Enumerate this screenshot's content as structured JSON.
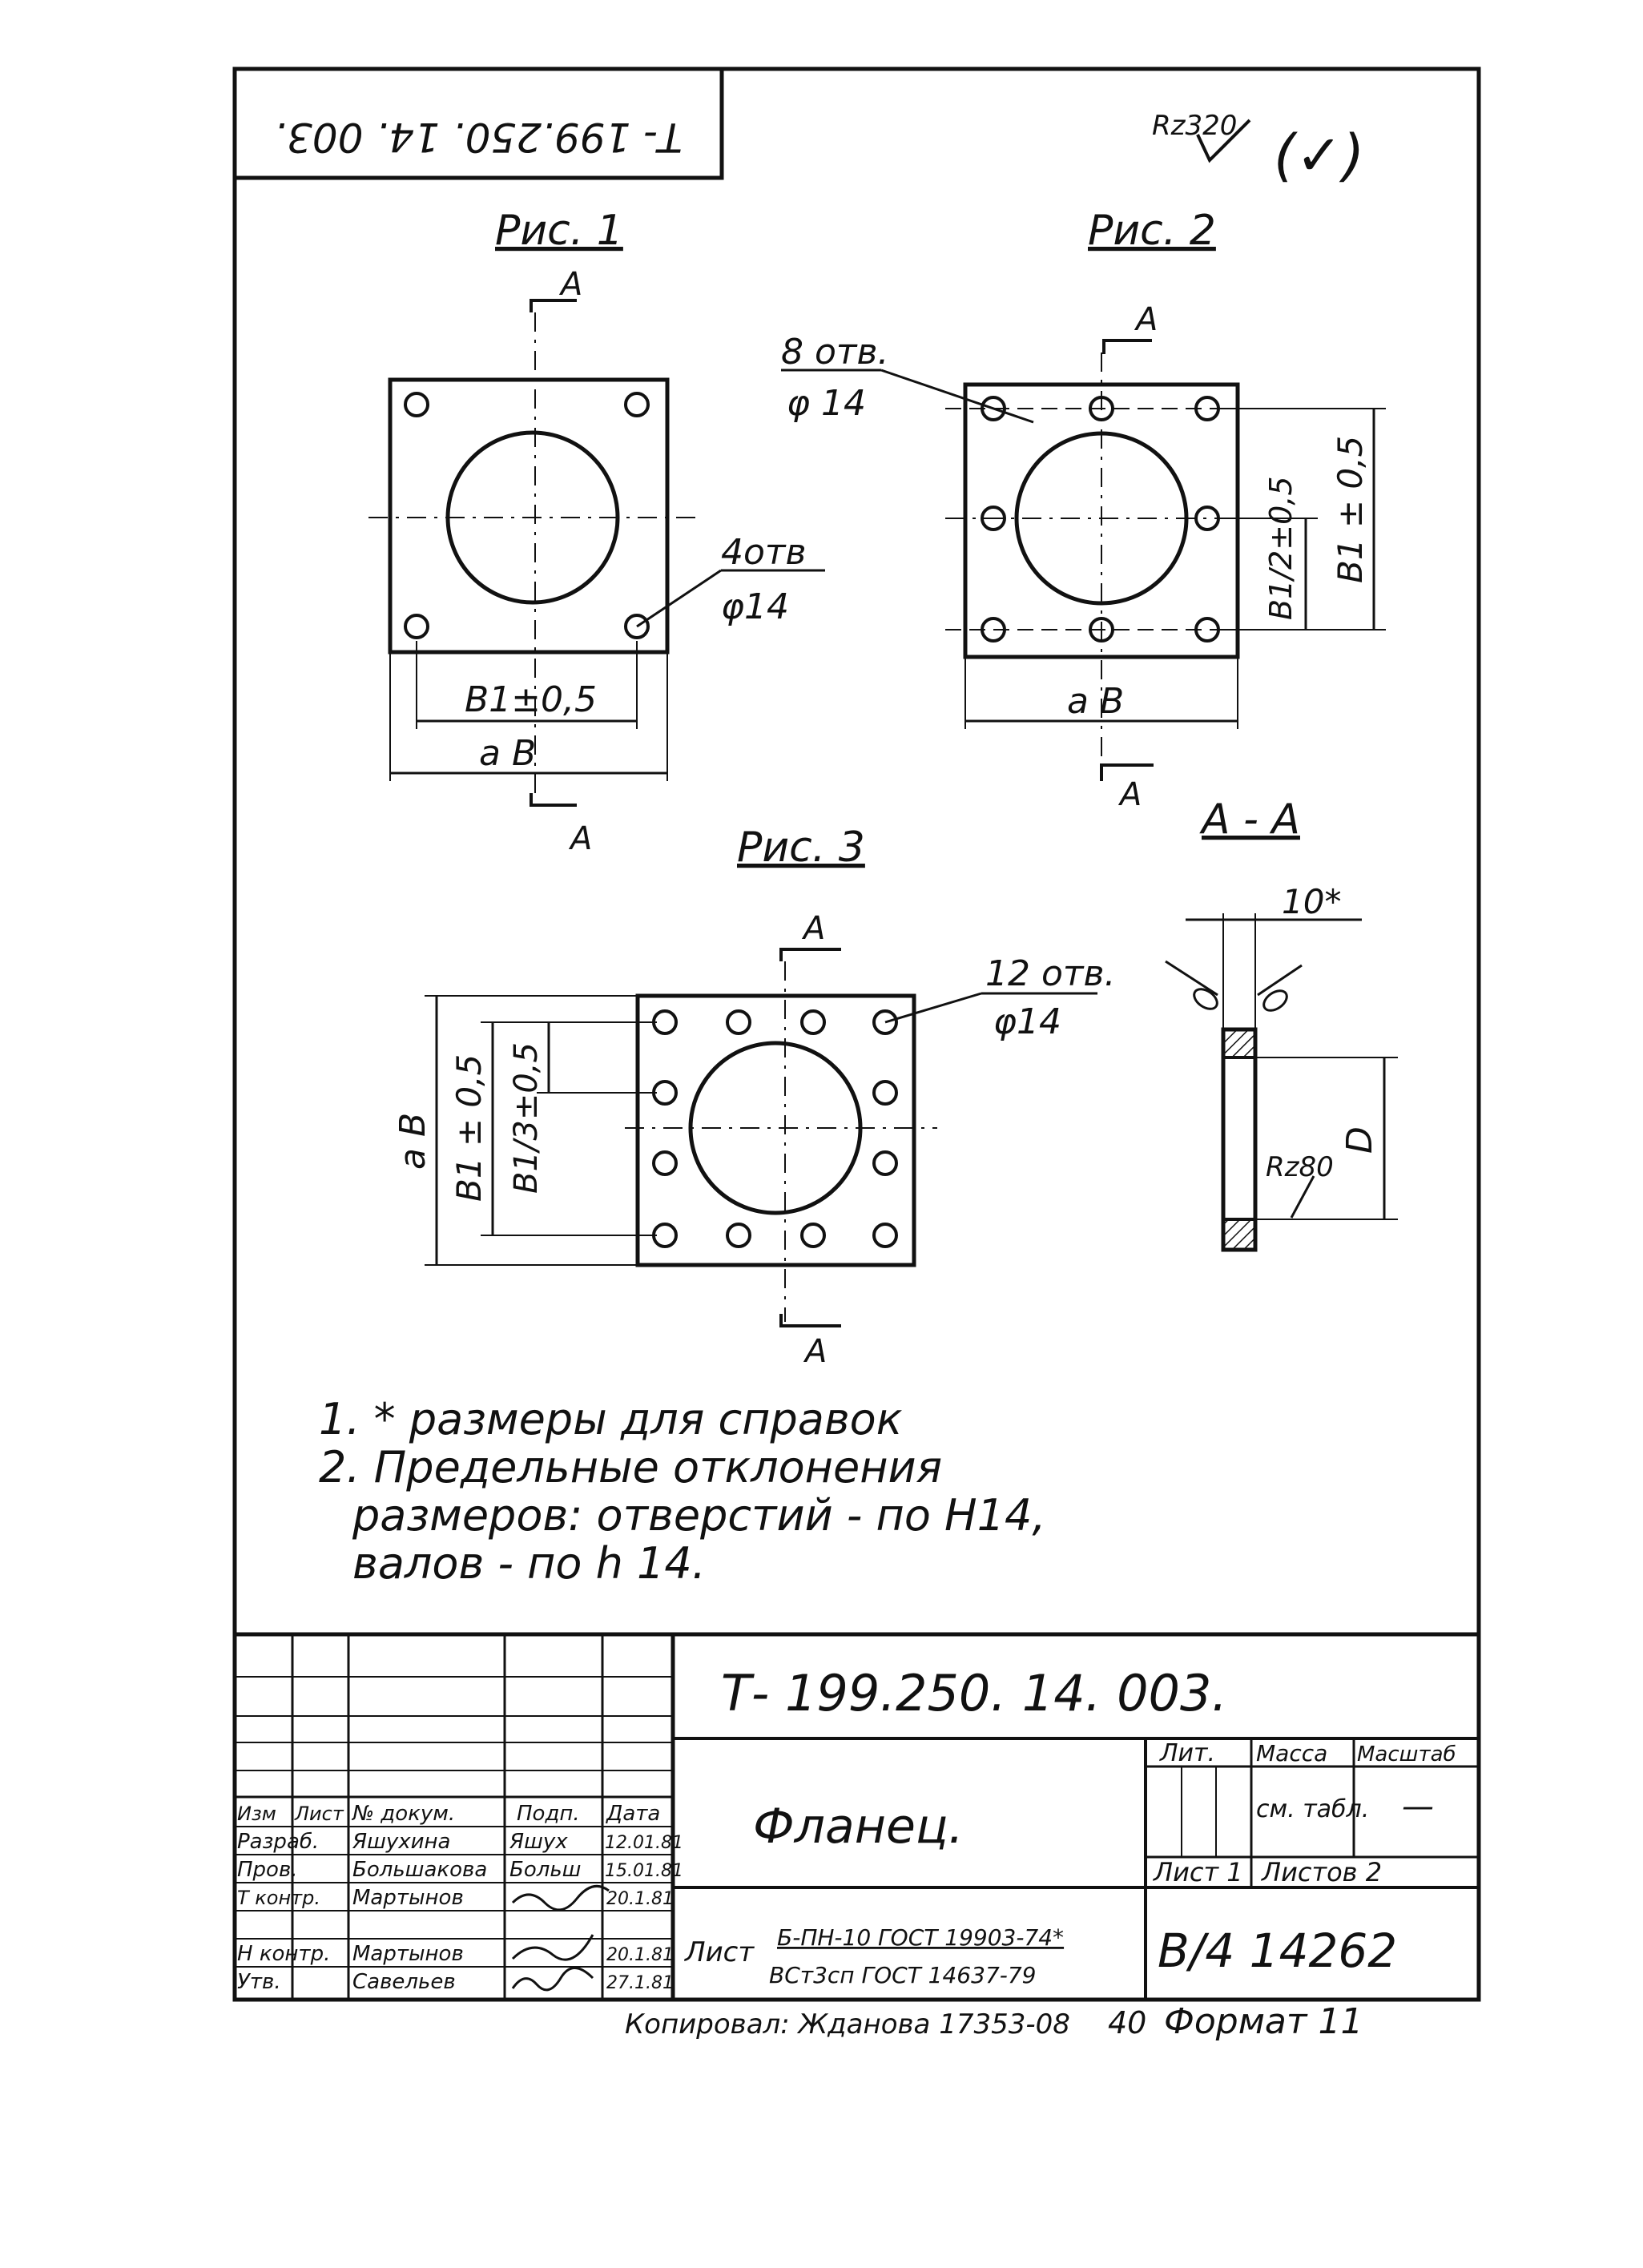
{
  "drawing": {
    "number_rotated": "Т- 199.250. 14. 003.",
    "roughness_general": "Rz320",
    "roughness_mark": "(✓)",
    "fig1": {
      "title": "Рис. 1",
      "holes_label": "4отв",
      "hole_dia": "φ14",
      "dim_b": "B1±0,5",
      "dim_a": "a B",
      "section": "A"
    },
    "fig2": {
      "title": "Рис. 2",
      "holes_label": "8 отв.",
      "hole_dia": "φ 14",
      "dim_half": "B1/2±0,5",
      "dim_b": "B1 ± 0,5",
      "dim_a": "a B",
      "section": "A"
    },
    "fig3": {
      "title": "Рис. 3",
      "holes_label": "12 отв.",
      "hole_dia": "φ14",
      "dim_a": "a B",
      "dim_b": "B1 ± 0,5",
      "dim_third": "B1/3±0,5",
      "section": "A"
    },
    "section_view": {
      "title": "A - A",
      "thickness": "10*",
      "roughness": "Rz80",
      "diameter": "D"
    },
    "notes": [
      "1. * размеры  для  справок",
      "2. Предельные  отклонения",
      "размеров: отверстий - по  Н14,",
      "валов - по h 14."
    ]
  },
  "title_block": {
    "doc_number": "Т- 199.250. 14. 003.",
    "name": "Фланец.",
    "headers": {
      "izm": "Изм",
      "list": "Лист",
      "doc": "№ докум.",
      "sign": "Подп.",
      "date": "Дата"
    },
    "rows": [
      {
        "role": "Разраб.",
        "name": "Яшухина",
        "sign": "Яшух",
        "date": "12.01.81"
      },
      {
        "role": "Пров.",
        "name": "Большакова",
        "sign": "Больш",
        "date": "15.01.81"
      },
      {
        "role": "Т контр.",
        "name": "Мартынов",
        "sign": "",
        "date": "20.1.81"
      },
      {
        "role": "Н контр.",
        "name": "Мартынов",
        "sign": "",
        "date": "20.1.81"
      },
      {
        "role": "Утв.",
        "name": "Савельев",
        "sign": "",
        "date": "27.1.81"
      }
    ],
    "material_prefix": "Лист",
    "material_line1": "Б-ПН-10 ГОСТ 19903-74*",
    "material_line2": "ВСт3сп ГОСТ 14637-79",
    "lit_label": "Лит.",
    "mass_label": "Масса",
    "scale_label": "Масштаб",
    "mass_value": "см. табл.",
    "scale_value": "—",
    "sheet_label": "Лист 1",
    "sheets_label": "Листов 2",
    "org_code": "В/4  14262"
  },
  "footer": {
    "copied": "Копировал: Жданова 17353-08",
    "format_number": "40",
    "format": "Формат  11"
  }
}
